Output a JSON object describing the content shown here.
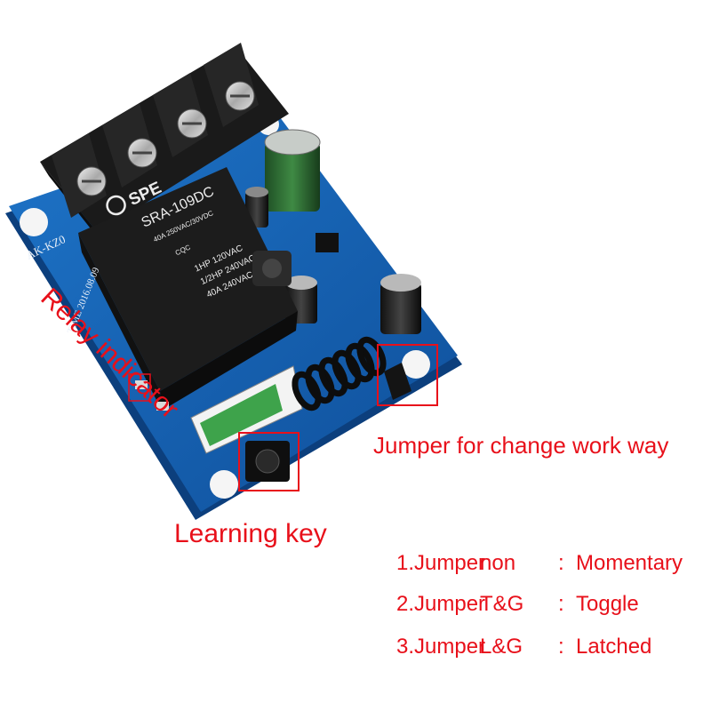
{
  "relay": {
    "brand": "SPE",
    "model": "SRA-109DC",
    "rating_line": "40A 250VAC/30VDC",
    "cert": "CQC",
    "spec_lines": [
      "1HP 120VAC",
      "1/2HP 240VAC",
      "40A 240VAC"
    ]
  },
  "board": {
    "model_partial": "AK-KZ0",
    "date_text": "TIME 2016.08.09"
  },
  "labels": {
    "relay_indicator": "Relay indicator",
    "jumper": "Jumper for change work way",
    "learning_key": "Learning key"
  },
  "modes": [
    {
      "num": "1.Jumper",
      "jumper": "non",
      "colon": ":",
      "desc": "Momentary"
    },
    {
      "num": "2.Jumper",
      "jumper": "T&G",
      "colon": ":",
      "desc": "Toggle"
    },
    {
      "num": "3.Jumper",
      "jumper": "L&G",
      "colon": ":",
      "desc": "Latched"
    }
  ],
  "colors": {
    "accent": "#e8101a",
    "pcb": "#1565c0",
    "relay": "#1b1b1b"
  }
}
